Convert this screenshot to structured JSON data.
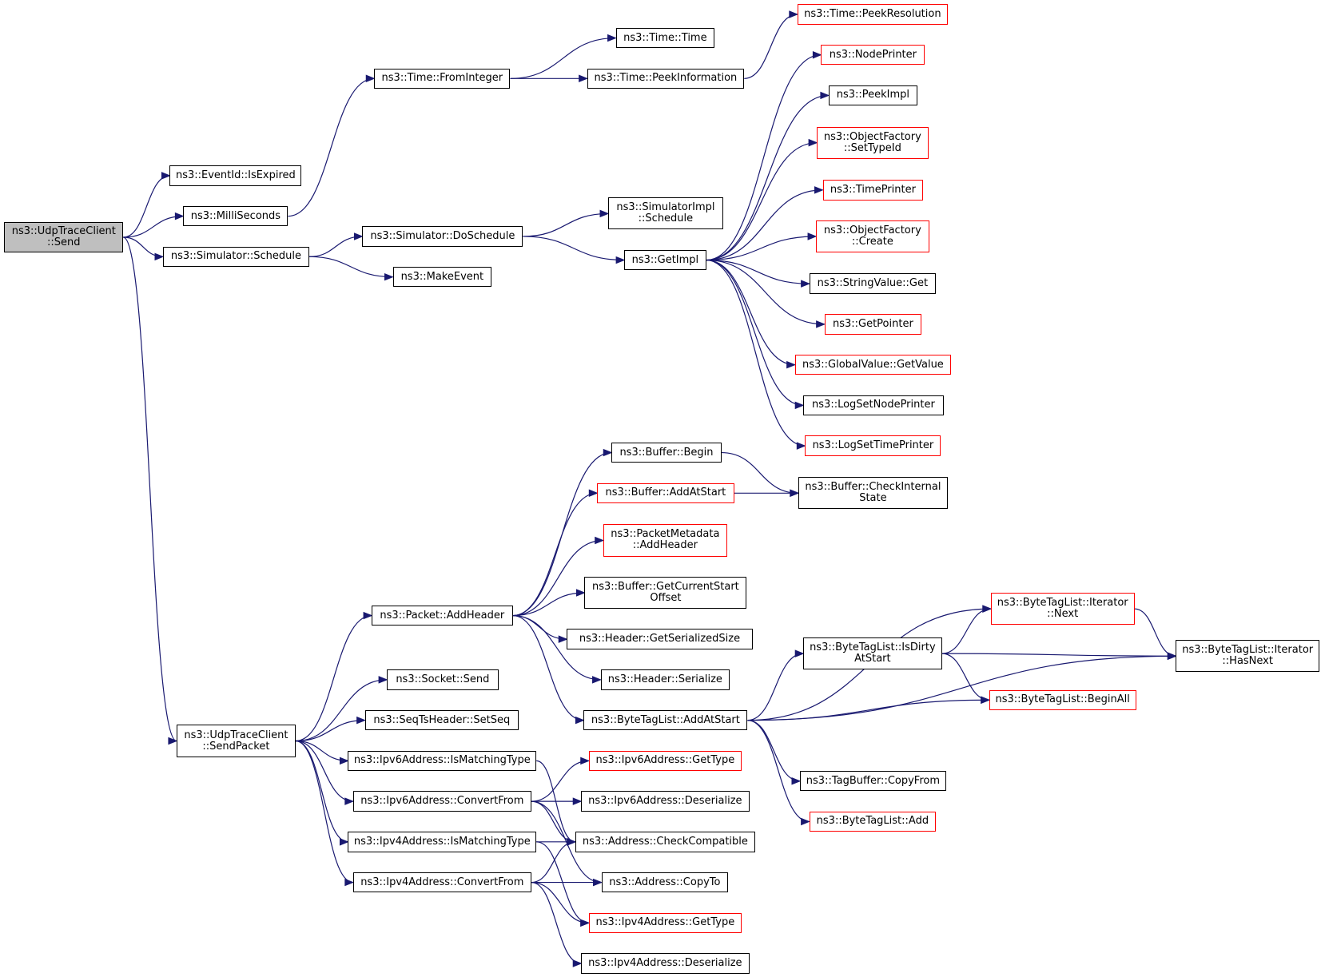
{
  "colors": {
    "edge": "#191970",
    "node_border": "#000000",
    "external_border": "#ff0000",
    "root_fill": "#bfbfbf",
    "node_fill": "#ffffff"
  },
  "nodes": [
    {
      "id": "send",
      "lines": [
        "ns3::UdpTraceClient",
        "::Send"
      ],
      "style": "root"
    },
    {
      "id": "isexpired",
      "lines": [
        "ns3::EventId::IsExpired"
      ],
      "style": "normal"
    },
    {
      "id": "milliseconds",
      "lines": [
        "ns3::MilliSeconds"
      ],
      "style": "normal"
    },
    {
      "id": "schedule",
      "lines": [
        "ns3::Simulator::Schedule"
      ],
      "style": "normal"
    },
    {
      "id": "sendpacket",
      "lines": [
        "ns3::UdpTraceClient",
        "::SendPacket"
      ],
      "style": "normal"
    },
    {
      "id": "frominteger",
      "lines": [
        "ns3::Time::FromInteger"
      ],
      "style": "normal"
    },
    {
      "id": "timetime",
      "lines": [
        "ns3::Time::Time"
      ],
      "style": "normal"
    },
    {
      "id": "peekinformation",
      "lines": [
        "ns3::Time::PeekInformation"
      ],
      "style": "normal"
    },
    {
      "id": "peekresolution",
      "lines": [
        "ns3::Time::PeekResolution"
      ],
      "style": "external"
    },
    {
      "id": "doschedule",
      "lines": [
        "ns3::Simulator::DoSchedule"
      ],
      "style": "normal"
    },
    {
      "id": "makeevent",
      "lines": [
        "ns3::MakeEvent"
      ],
      "style": "normal"
    },
    {
      "id": "simimplschedule",
      "lines": [
        "ns3::SimulatorImpl",
        "::Schedule"
      ],
      "style": "normal"
    },
    {
      "id": "getimpl",
      "lines": [
        "ns3::GetImpl"
      ],
      "style": "normal"
    },
    {
      "id": "nodeprinter",
      "lines": [
        "ns3::NodePrinter"
      ],
      "style": "external"
    },
    {
      "id": "peekimpl",
      "lines": [
        "ns3::PeekImpl"
      ],
      "style": "normal"
    },
    {
      "id": "settypeid",
      "lines": [
        "ns3::ObjectFactory",
        "::SetTypeId"
      ],
      "style": "external"
    },
    {
      "id": "timeprinter",
      "lines": [
        "ns3::TimePrinter"
      ],
      "style": "external"
    },
    {
      "id": "ofcreate",
      "lines": [
        "ns3::ObjectFactory",
        "::Create"
      ],
      "style": "external"
    },
    {
      "id": "stringvalueget",
      "lines": [
        "ns3::StringValue::Get"
      ],
      "style": "normal"
    },
    {
      "id": "getpointer",
      "lines": [
        "ns3::GetPointer"
      ],
      "style": "external"
    },
    {
      "id": "globalvalue",
      "lines": [
        "ns3::GlobalValue::GetValue"
      ],
      "style": "external"
    },
    {
      "id": "logsetnodeprinter",
      "lines": [
        "ns3::LogSetNodePrinter"
      ],
      "style": "normal"
    },
    {
      "id": "logsettimeprinter",
      "lines": [
        "ns3::LogSetTimePrinter"
      ],
      "style": "external"
    },
    {
      "id": "packetaddheader",
      "lines": [
        "ns3::Packet::AddHeader"
      ],
      "style": "normal"
    },
    {
      "id": "socketsend",
      "lines": [
        "ns3::Socket::Send"
      ],
      "style": "normal"
    },
    {
      "id": "setseq",
      "lines": [
        "ns3::SeqTsHeader::SetSeq"
      ],
      "style": "normal"
    },
    {
      "id": "ipv6ismatching",
      "lines": [
        "ns3::Ipv6Address::IsMatchingType"
      ],
      "style": "normal"
    },
    {
      "id": "ipv6convertfrom",
      "lines": [
        "ns3::Ipv6Address::ConvertFrom"
      ],
      "style": "normal"
    },
    {
      "id": "ipv4ismatching",
      "lines": [
        "ns3::Ipv4Address::IsMatchingType"
      ],
      "style": "normal"
    },
    {
      "id": "ipv4convertfrom",
      "lines": [
        "ns3::Ipv4Address::ConvertFrom"
      ],
      "style": "normal"
    },
    {
      "id": "bufferbegin",
      "lines": [
        "ns3::Buffer::Begin"
      ],
      "style": "normal"
    },
    {
      "id": "bufferaddatstart",
      "lines": [
        "ns3::Buffer::AddAtStart"
      ],
      "style": "external"
    },
    {
      "id": "pmaddheader",
      "lines": [
        "ns3::PacketMetadata",
        "::AddHeader"
      ],
      "style": "external"
    },
    {
      "id": "getcurrentstart",
      "lines": [
        "ns3::Buffer::GetCurrentStart",
        "Offset"
      ],
      "style": "normal"
    },
    {
      "id": "getserializedsize",
      "lines": [
        "ns3::Header::GetSerializedSize"
      ],
      "style": "normal"
    },
    {
      "id": "headerserialize",
      "lines": [
        "ns3::Header::Serialize"
      ],
      "style": "normal"
    },
    {
      "id": "btladdatstart",
      "lines": [
        "ns3::ByteTagList::AddAtStart"
      ],
      "style": "normal"
    },
    {
      "id": "checkinternal",
      "lines": [
        "ns3::Buffer::CheckInternal",
        "State"
      ],
      "style": "normal"
    },
    {
      "id": "isdirty",
      "lines": [
        "ns3::ByteTagList::IsDirty",
        "AtStart"
      ],
      "style": "normal"
    },
    {
      "id": "iternext",
      "lines": [
        "ns3::ByteTagList::Iterator",
        "::Next"
      ],
      "style": "external"
    },
    {
      "id": "iterhasnext",
      "lines": [
        "ns3::ByteTagList::Iterator",
        "::HasNext"
      ],
      "style": "normal"
    },
    {
      "id": "beginall",
      "lines": [
        "ns3::ByteTagList::BeginAll"
      ],
      "style": "external"
    },
    {
      "id": "tagbuffercopyfrom",
      "lines": [
        "ns3::TagBuffer::CopyFrom"
      ],
      "style": "normal"
    },
    {
      "id": "btladd",
      "lines": [
        "ns3::ByteTagList::Add"
      ],
      "style": "external"
    },
    {
      "id": "ipv6gettype",
      "lines": [
        "ns3::Ipv6Address::GetType"
      ],
      "style": "external"
    },
    {
      "id": "ipv6deserialize",
      "lines": [
        "ns3::Ipv6Address::Deserialize"
      ],
      "style": "normal"
    },
    {
      "id": "checkcompatible",
      "lines": [
        "ns3::Address::CheckCompatible"
      ],
      "style": "normal"
    },
    {
      "id": "addresscopyto",
      "lines": [
        "ns3::Address::CopyTo"
      ],
      "style": "normal"
    },
    {
      "id": "ipv4gettype",
      "lines": [
        "ns3::Ipv4Address::GetType"
      ],
      "style": "external"
    },
    {
      "id": "ipv4deserialize",
      "lines": [
        "ns3::Ipv4Address::Deserialize"
      ],
      "style": "normal"
    }
  ],
  "edges": [
    [
      "send",
      "isexpired"
    ],
    [
      "send",
      "milliseconds"
    ],
    [
      "send",
      "schedule"
    ],
    [
      "send",
      "sendpacket"
    ],
    [
      "milliseconds",
      "frominteger"
    ],
    [
      "frominteger",
      "timetime"
    ],
    [
      "frominteger",
      "peekinformation"
    ],
    [
      "peekinformation",
      "peekresolution"
    ],
    [
      "schedule",
      "doschedule"
    ],
    [
      "schedule",
      "makeevent"
    ],
    [
      "doschedule",
      "simimplschedule"
    ],
    [
      "doschedule",
      "getimpl"
    ],
    [
      "getimpl",
      "nodeprinter"
    ],
    [
      "getimpl",
      "peekimpl"
    ],
    [
      "getimpl",
      "settypeid"
    ],
    [
      "getimpl",
      "timeprinter"
    ],
    [
      "getimpl",
      "ofcreate"
    ],
    [
      "getimpl",
      "stringvalueget"
    ],
    [
      "getimpl",
      "getpointer"
    ],
    [
      "getimpl",
      "globalvalue"
    ],
    [
      "getimpl",
      "logsetnodeprinter"
    ],
    [
      "getimpl",
      "logsettimeprinter"
    ],
    [
      "sendpacket",
      "packetaddheader"
    ],
    [
      "sendpacket",
      "socketsend"
    ],
    [
      "sendpacket",
      "setseq"
    ],
    [
      "sendpacket",
      "ipv6ismatching"
    ],
    [
      "sendpacket",
      "ipv6convertfrom"
    ],
    [
      "sendpacket",
      "ipv4ismatching"
    ],
    [
      "sendpacket",
      "ipv4convertfrom"
    ],
    [
      "packetaddheader",
      "bufferbegin"
    ],
    [
      "packetaddheader",
      "bufferaddatstart"
    ],
    [
      "packetaddheader",
      "pmaddheader"
    ],
    [
      "packetaddheader",
      "getcurrentstart"
    ],
    [
      "packetaddheader",
      "getserializedsize"
    ],
    [
      "packetaddheader",
      "headerserialize"
    ],
    [
      "packetaddheader",
      "btladdatstart"
    ],
    [
      "bufferbegin",
      "checkinternal"
    ],
    [
      "bufferaddatstart",
      "checkinternal"
    ],
    [
      "btladdatstart",
      "iternext"
    ],
    [
      "btladdatstart",
      "isdirty"
    ],
    [
      "btladdatstart",
      "beginall"
    ],
    [
      "btladdatstart",
      "iterhasnext"
    ],
    [
      "btladdatstart",
      "tagbuffercopyfrom"
    ],
    [
      "btladdatstart",
      "btladd"
    ],
    [
      "isdirty",
      "iternext"
    ],
    [
      "isdirty",
      "iterhasnext"
    ],
    [
      "isdirty",
      "beginall"
    ],
    [
      "iternext",
      "iterhasnext"
    ],
    [
      "ipv6ismatching",
      "checkcompatible"
    ],
    [
      "ipv6convertfrom",
      "ipv6gettype"
    ],
    [
      "ipv6convertfrom",
      "ipv6deserialize"
    ],
    [
      "ipv6convertfrom",
      "checkcompatible"
    ],
    [
      "ipv6convertfrom",
      "addresscopyto"
    ],
    [
      "ipv4ismatching",
      "checkcompatible"
    ],
    [
      "ipv4ismatching",
      "ipv4gettype"
    ],
    [
      "ipv4convertfrom",
      "checkcompatible"
    ],
    [
      "ipv4convertfrom",
      "addresscopyto"
    ],
    [
      "ipv4convertfrom",
      "ipv4gettype"
    ],
    [
      "ipv4convertfrom",
      "ipv4deserialize"
    ]
  ]
}
